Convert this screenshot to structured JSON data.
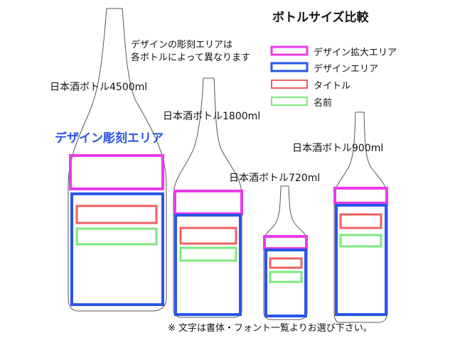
{
  "title": "ボトルサイズ比較",
  "note": [
    "デザインの彫刻エリアは",
    "各ボトルによって異なります"
  ],
  "design_area_label": "デザイン彫刻エリア",
  "legend": [
    {
      "label": "デザイン拡大エリア",
      "color": "#e83ce8"
    },
    {
      "label": "デザインエリア",
      "color": "#2a55e6"
    },
    {
      "label": "タイトル",
      "color": "#f06060"
    },
    {
      "label": "名前",
      "color": "#7ce87c"
    }
  ],
  "bottles": [
    {
      "label": "日本酒ボトル4500ml"
    },
    {
      "label": "日本酒ボトル1800ml"
    },
    {
      "label": "日本酒ボトル720ml"
    },
    {
      "label": "日本酒ボトル900ml"
    }
  ],
  "footer": "※ 文字は書体・フォント一覧よりお選び下さい。"
}
